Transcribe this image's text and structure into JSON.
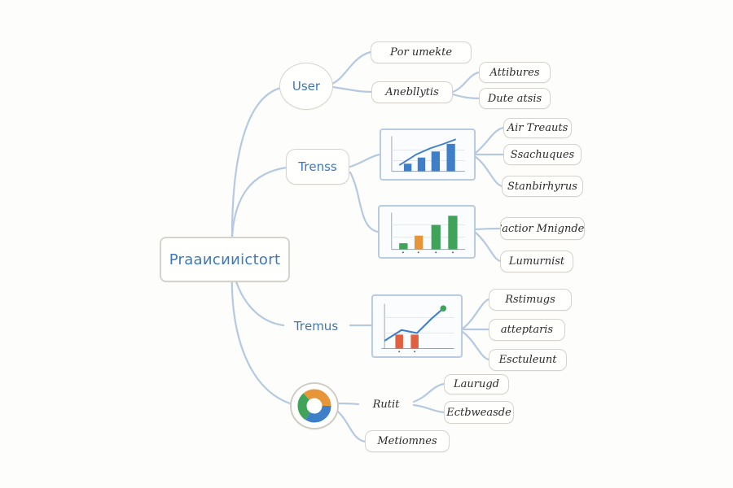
{
  "root": {
    "label": "Prааисииiсtоrt"
  },
  "branches": {
    "user": {
      "label": "User"
    },
    "trends_1": {
      "label": "Trеnss"
    },
    "trends_2": {
      "label": "Trеmus"
    },
    "pie": {}
  },
  "leaves": {
    "user_1": "Pоr umеktе",
    "user_2": "Anebllytis",
    "user_2a": "Attibures",
    "user_2b": "Dute atsis",
    "chart1_a": "Air Treauts",
    "chart1_b": "Ssachuques",
    "chart1_c": "Stanbirhyrus",
    "chart2_a": "Cactior Mnigndeu",
    "chart2_b": "Lumurnist",
    "chart3_a": "Rstimugs",
    "chart3_b": "atteptaris",
    "chart3_c": "Esctuleunt",
    "pie_a": "Rutit",
    "pie_b": "Laurugd",
    "pie_c": "Ectbweasde",
    "pie_d": "Metiomnes"
  },
  "colors": {
    "connector": "#b5c9e0",
    "blue": "#3f7fc8",
    "orange": "#e8953a",
    "green": "#3fa35a",
    "red": "#e0603f"
  },
  "icons": {
    "chart1": "bar-chart-with-trend-line-icon",
    "chart2": "colored-bar-chart-icon",
    "chart3": "bar-and-line-chart-icon",
    "pie": "donut-chart-icon"
  }
}
